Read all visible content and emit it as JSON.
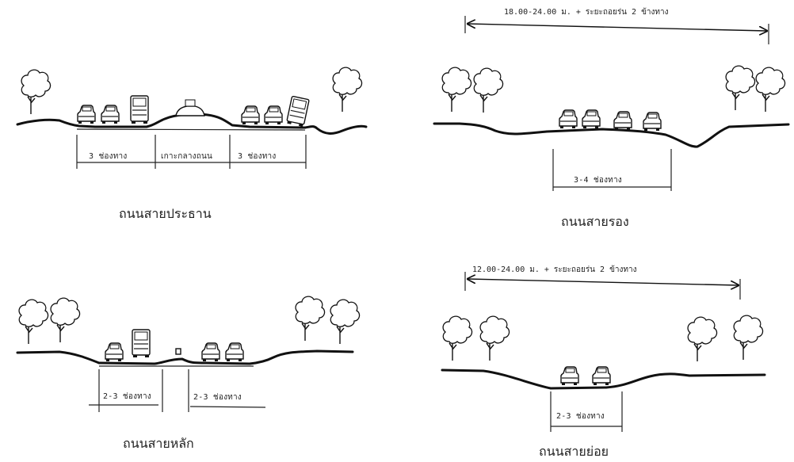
{
  "panels": {
    "top_left": {
      "caption": "ถนนสายประธาน",
      "lane_labels": [
        "3 ช่องทาง",
        "เกาะกลางถนน",
        "3 ช่องทาง"
      ]
    },
    "top_right": {
      "caption": "ถนนสายรอง",
      "dimension": "18.00-24.00 ม. + ระยะถอยร่น 2 ข้างทาง",
      "lane_labels": [
        "3-4 ช่องทาง"
      ]
    },
    "bottom_left": {
      "caption": "ถนนสายหลัก",
      "lane_labels": [
        "2-3 ช่องทาง",
        "2-3 ช่องทาง"
      ]
    },
    "bottom_right": {
      "caption": "ถนนสายย่อย",
      "dimension": "12.00-24.00 ม. + ระยะถอยร่น 2 ข้างทาง",
      "lane_labels": [
        "2-3 ช่องทาง"
      ]
    }
  }
}
